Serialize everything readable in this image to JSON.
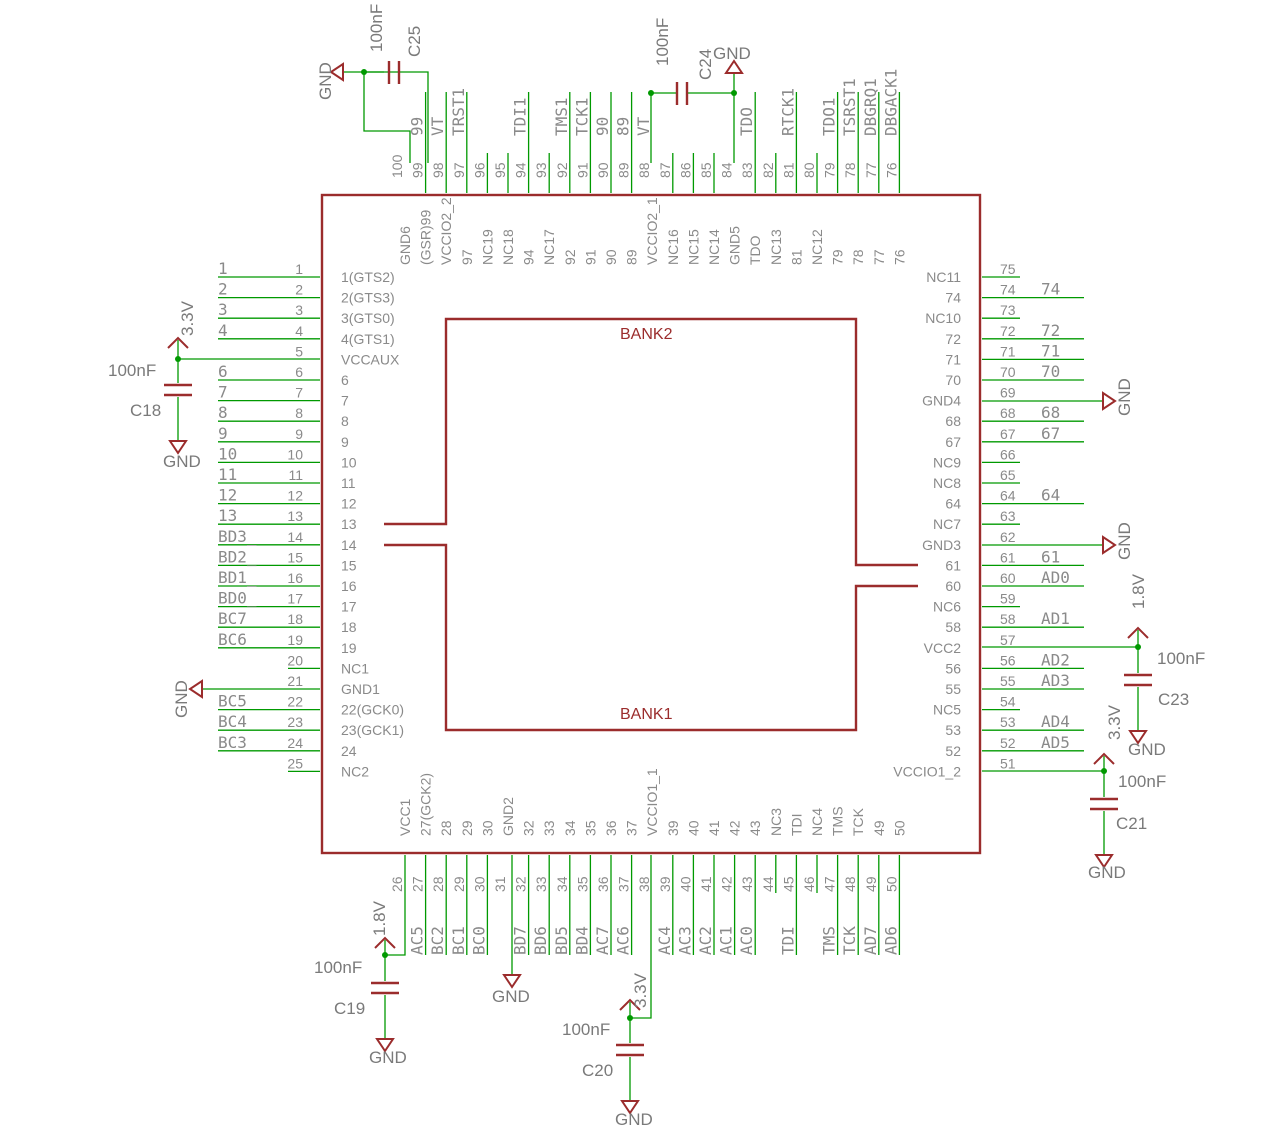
{
  "colors": {
    "wire": "#009900",
    "symbol": "#9b2c2c",
    "text": "#8a8a8a",
    "background": "#ffffff"
  },
  "banks": [
    "BANK2",
    "BANK1"
  ],
  "left_pins": [
    {
      "n": "1",
      "name": "1(GTS2)",
      "net": "1"
    },
    {
      "n": "2",
      "name": "2(GTS3)",
      "net": "2"
    },
    {
      "n": "3",
      "name": "3(GTS0)",
      "net": "3"
    },
    {
      "n": "4",
      "name": "4(GTS1)",
      "net": "4"
    },
    {
      "n": "5",
      "name": "VCCAUX",
      "net": ""
    },
    {
      "n": "6",
      "name": "6",
      "net": "6"
    },
    {
      "n": "7",
      "name": "7",
      "net": "7"
    },
    {
      "n": "8",
      "name": "8",
      "net": "8"
    },
    {
      "n": "9",
      "name": "9",
      "net": "9"
    },
    {
      "n": "10",
      "name": "10",
      "net": "10"
    },
    {
      "n": "11",
      "name": "11",
      "net": "11"
    },
    {
      "n": "12",
      "name": "12",
      "net": "12"
    },
    {
      "n": "13",
      "name": "13",
      "net": "13"
    },
    {
      "n": "14",
      "name": "14",
      "net": "BD3_"
    },
    {
      "n": "15",
      "name": "15",
      "net": "BD2_"
    },
    {
      "n": "16",
      "name": "16",
      "net": "BD1_"
    },
    {
      "n": "17",
      "name": "17",
      "net": "BD0_"
    },
    {
      "n": "18",
      "name": "18",
      "net": "BC7"
    },
    {
      "n": "19",
      "name": "19",
      "net": "BC6"
    },
    {
      "n": "20",
      "name": "NC1",
      "net": ""
    },
    {
      "n": "21",
      "name": "GND1",
      "net": ""
    },
    {
      "n": "22",
      "name": "22(GCK0)",
      "net": "BC5"
    },
    {
      "n": "23",
      "name": "23(GCK1)",
      "net": "BC4"
    },
    {
      "n": "24",
      "name": "24",
      "net": "BC3"
    },
    {
      "n": "25",
      "name": "NC2",
      "net": ""
    }
  ],
  "bottom_pins": [
    {
      "n": "26",
      "name": "VCC1",
      "net": ""
    },
    {
      "n": "27",
      "name": "27(GCK2)",
      "net": "AC5"
    },
    {
      "n": "28",
      "name": "28",
      "net": "BC2"
    },
    {
      "n": "29",
      "name": "29",
      "net": "BC1"
    },
    {
      "n": "30",
      "name": "30",
      "net": "BC0"
    },
    {
      "n": "31",
      "name": "GND2",
      "net": ""
    },
    {
      "n": "32",
      "name": "32",
      "net": "BD7"
    },
    {
      "n": "33",
      "name": "33",
      "net": "BD6"
    },
    {
      "n": "34",
      "name": "34",
      "net": "BD5"
    },
    {
      "n": "35",
      "name": "35",
      "net": "BD4"
    },
    {
      "n": "36",
      "name": "36",
      "net": "AC7"
    },
    {
      "n": "37",
      "name": "37",
      "net": "AC6"
    },
    {
      "n": "38",
      "name": "VCCIO1_1",
      "net": ""
    },
    {
      "n": "39",
      "name": "39",
      "net": "AC4"
    },
    {
      "n": "40",
      "name": "40",
      "net": "AC3"
    },
    {
      "n": "41",
      "name": "41",
      "net": "AC2"
    },
    {
      "n": "42",
      "name": "42",
      "net": "AC1"
    },
    {
      "n": "43",
      "name": "43",
      "net": "AC0"
    },
    {
      "n": "44",
      "name": "NC3",
      "net": ""
    },
    {
      "n": "45",
      "name": "TDI",
      "net": "TDI"
    },
    {
      "n": "46",
      "name": "NC4",
      "net": ""
    },
    {
      "n": "47",
      "name": "TMS",
      "net": "TMS"
    },
    {
      "n": "48",
      "name": "TCK",
      "net": "TCK"
    },
    {
      "n": "49",
      "name": "49",
      "net": "AD7"
    },
    {
      "n": "50",
      "name": "50",
      "net": "AD6"
    }
  ],
  "right_pins": [
    {
      "n": "75",
      "name": "NC11",
      "net": ""
    },
    {
      "n": "74",
      "name": "74",
      "net": "74"
    },
    {
      "n": "73",
      "name": "NC10",
      "net": ""
    },
    {
      "n": "72",
      "name": "72",
      "net": "72"
    },
    {
      "n": "71",
      "name": "71",
      "net": "71"
    },
    {
      "n": "70",
      "name": "70",
      "net": "70"
    },
    {
      "n": "69",
      "name": "GND4",
      "net": ""
    },
    {
      "n": "68",
      "name": "68",
      "net": "68"
    },
    {
      "n": "67",
      "name": "67",
      "net": "67"
    },
    {
      "n": "66",
      "name": "NC9",
      "net": ""
    },
    {
      "n": "65",
      "name": "NC8",
      "net": ""
    },
    {
      "n": "64",
      "name": "64",
      "net": "64"
    },
    {
      "n": "63",
      "name": "NC7",
      "net": ""
    },
    {
      "n": "62",
      "name": "GND3",
      "net": ""
    },
    {
      "n": "61",
      "name": "61",
      "net": "61"
    },
    {
      "n": "60",
      "name": "60",
      "net": "AD0"
    },
    {
      "n": "59",
      "name": "NC6",
      "net": ""
    },
    {
      "n": "58",
      "name": "58",
      "net": "AD1"
    },
    {
      "n": "57",
      "name": "VCC2",
      "net": ""
    },
    {
      "n": "56",
      "name": "56",
      "net": "AD2"
    },
    {
      "n": "55",
      "name": "55",
      "net": "AD3"
    },
    {
      "n": "54",
      "name": "NC5",
      "net": ""
    },
    {
      "n": "53",
      "name": "53",
      "net": "AD4"
    },
    {
      "n": "52",
      "name": "52",
      "net": "AD5"
    },
    {
      "n": "51",
      "name": "VCCIO1_2",
      "net": ""
    }
  ],
  "top_pins": [
    {
      "n": "100",
      "name": "GND6",
      "net": ""
    },
    {
      "n": "99",
      "name": "(GSR)99",
      "net": "99"
    },
    {
      "n": "98",
      "name": "VCCIO2_2",
      "net": "VT"
    },
    {
      "n": "97",
      "name": "97",
      "net": "TRST1"
    },
    {
      "n": "96",
      "name": "NC19",
      "net": ""
    },
    {
      "n": "95",
      "name": "NC18",
      "net": ""
    },
    {
      "n": "94",
      "name": "94",
      "net": "TDI1"
    },
    {
      "n": "93",
      "name": "NC17",
      "net": ""
    },
    {
      "n": "92",
      "name": "92",
      "net": "TMS1"
    },
    {
      "n": "91",
      "name": "91",
      "net": "TCK1"
    },
    {
      "n": "90",
      "name": "90",
      "net": "90"
    },
    {
      "n": "89",
      "name": "89",
      "net": "89"
    },
    {
      "n": "88",
      "name": "VCCIO2_1",
      "net": "VT"
    },
    {
      "n": "87",
      "name": "NC16",
      "net": ""
    },
    {
      "n": "86",
      "name": "NC15",
      "net": ""
    },
    {
      "n": "85",
      "name": "NC14",
      "net": ""
    },
    {
      "n": "84",
      "name": "GND5",
      "net": ""
    },
    {
      "n": "83",
      "name": "TDO",
      "net": "TDO"
    },
    {
      "n": "82",
      "name": "NC13",
      "net": ""
    },
    {
      "n": "81",
      "name": "81",
      "net": "RTCK1"
    },
    {
      "n": "80",
      "name": "NC12",
      "net": ""
    },
    {
      "n": "79",
      "name": "79",
      "net": "TDO1"
    },
    {
      "n": "78",
      "name": "78",
      "net": "TSRST1"
    },
    {
      "n": "77",
      "name": "77",
      "net": "DBGRQ1"
    },
    {
      "n": "76",
      "name": "76",
      "net": "DBGACK1"
    }
  ],
  "capacitors": [
    {
      "ref": "C25",
      "value": "100nF"
    },
    {
      "ref": "C24",
      "value": "100nF"
    },
    {
      "ref": "C18",
      "value": "100nF",
      "rail": "3.3V"
    },
    {
      "ref": "C23",
      "value": "100nF",
      "rail": "1.8V"
    },
    {
      "ref": "C21",
      "value": "100nF",
      "rail": "3.3V"
    },
    {
      "ref": "C19",
      "value": "100nF",
      "rail": "1.8V"
    },
    {
      "ref": "C20",
      "value": "100nF",
      "rail": "3.3V"
    }
  ],
  "ground_label": "GND"
}
